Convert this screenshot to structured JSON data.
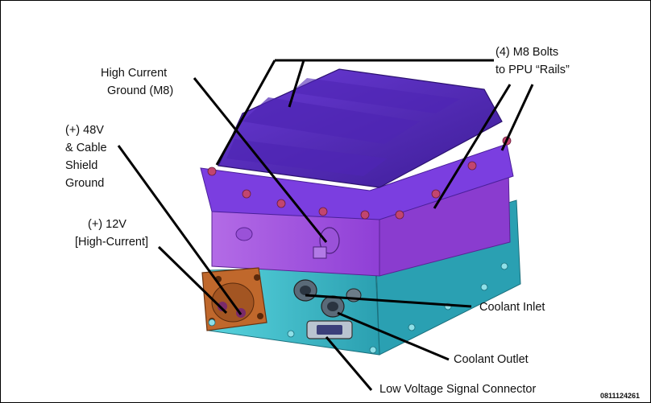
{
  "labels": {
    "bolts_line1": "(4) M8 Bolts",
    "bolts_line2": "to PPU “Rails”",
    "ground_line1": "High  Current",
    "ground_line2": "Ground (M8)",
    "v48_line1": "(+) 48V",
    "v48_line2": "& Cable",
    "v48_line3": "Shield",
    "v48_line4": "Ground",
    "v12_line1": "(+) 12V",
    "v12_line2": "[High-Current]",
    "coolant_inlet": "Coolant Inlet",
    "coolant_outlet": "Coolant Outlet",
    "lv_connector": "Low Voltage Signal Connector"
  },
  "figure_code": "0811124261",
  "colors": {
    "lid": "#5b2ec4",
    "lid_dark": "#3a1a8c",
    "housing": "#a24fe0",
    "base": "#3ec3cf",
    "connector": "#c0682c"
  }
}
